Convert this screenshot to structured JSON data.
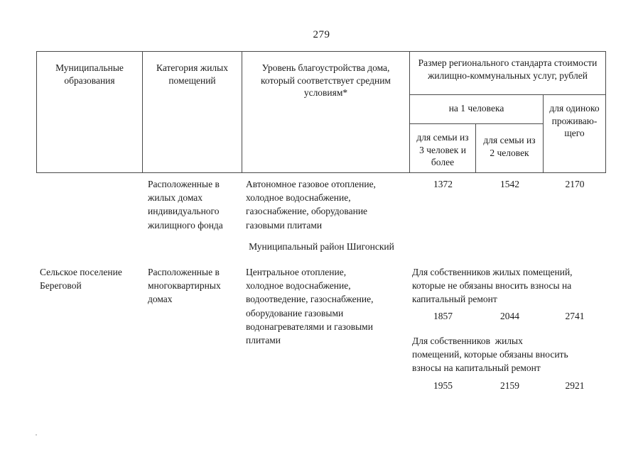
{
  "page": {
    "number": "279"
  },
  "table_header": {
    "col_municipality": "Муниципальные\nобразования",
    "col_category": "Категория жилых\nпомещений",
    "col_amenities": "Уровень благоустройства дома,\nкоторый\nсоответствует средним\nусловиям*",
    "col_standard": "Размер регионального стандарта\nстоимости жилищно-коммунальных\nуслуг, рублей",
    "col_per_person": "на 1 человека",
    "col_family_3": "для семьи\nиз 3 человек\nи более",
    "col_family_2": "для семьи\nиз 2 человек",
    "col_single": "для\nодиноко\nпроживаю-\nщего"
  },
  "rows": [
    {
      "municipality": "",
      "category": "Расположенные в\nжилых домах\nиндивидуального\nжилищного фонда",
      "amenities": "Автономное газовое отопление,\nхолодное водоснабжение,\nгазоснабжение, оборудование\nгазовыми плитами",
      "values": [
        "1372",
        "1542",
        "2170"
      ]
    }
  ],
  "section": {
    "title": "Муниципальный район Шигонский"
  },
  "rows2": [
    {
      "municipality": "Сельское поселение\nБереговой",
      "category": "Расположенные в\nмногоквартирных\nдомах",
      "amenities": "Центральное отопление,\nхолодное водоснабжение,\nводоотведение, газоснабжение,\nоборудование газовыми\nводонагревателями и газовыми\nплитами",
      "note_1": "Для собственников жилых помещений,\nкоторые не обязаны вносить взносы на\nкапитальный ремонт",
      "values_1": [
        "1857",
        "2044",
        "2741"
      ],
      "note_2": "Для собственников  жилых\nпомещений, которые обязаны вносить\nвзносы на капитальный ремонт",
      "values_2": [
        "1955",
        "2159",
        "2921"
      ]
    }
  ]
}
